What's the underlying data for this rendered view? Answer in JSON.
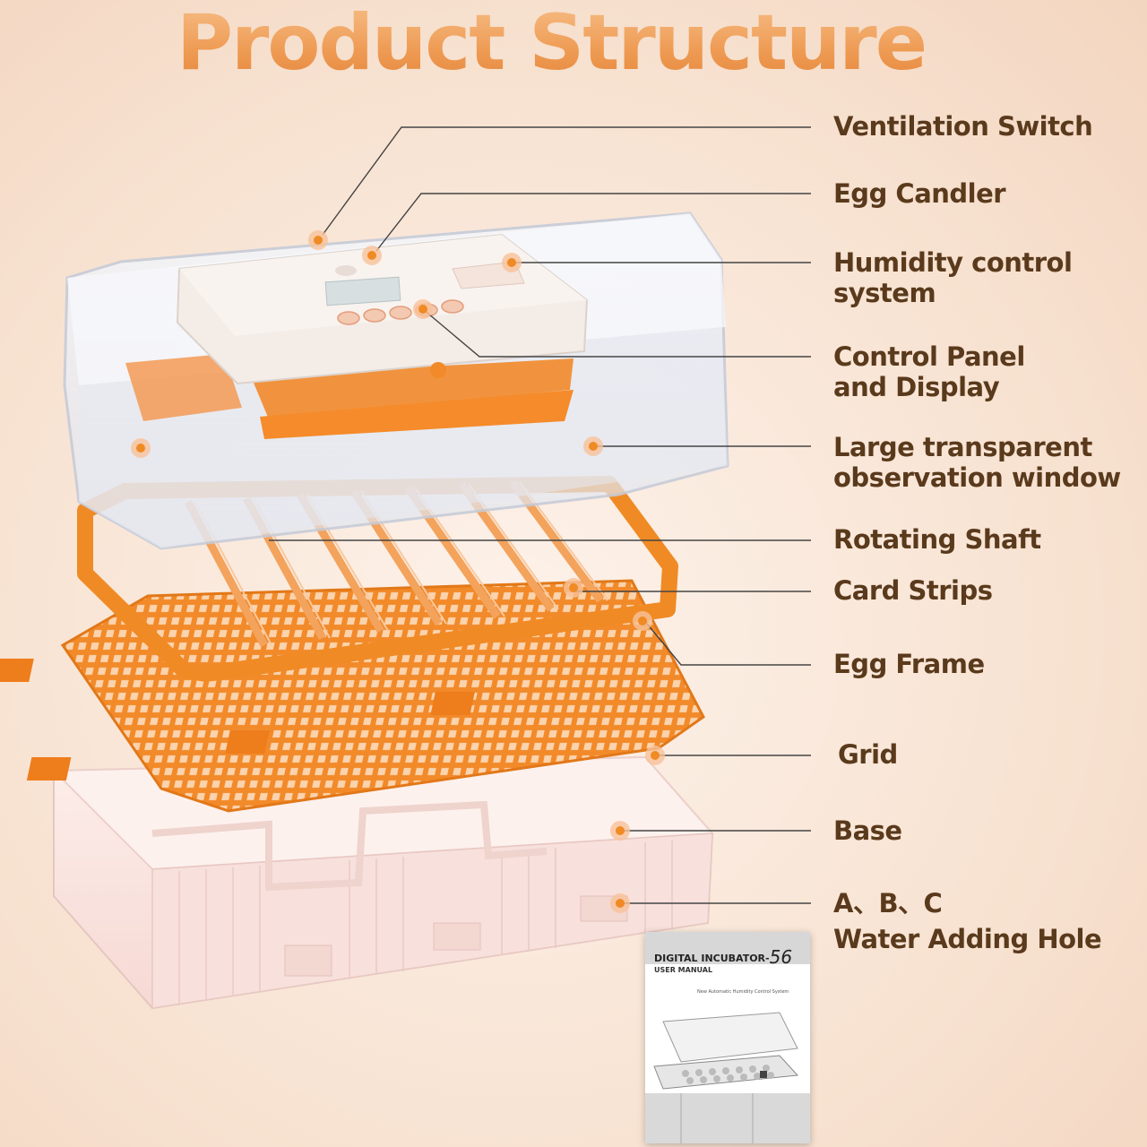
{
  "title": "Product Structure",
  "colors": {
    "title": "#ee9a52",
    "label_text": "#5a3a1c",
    "accent_orange": "#f08a24",
    "lid": "#e9edf6",
    "base": "#fbe6e3",
    "background": "#f8e4d4"
  },
  "labels": [
    {
      "id": "ventilation-switch",
      "lines": [
        "Ventilation Switch"
      ]
    },
    {
      "id": "egg-candler",
      "lines": [
        "Egg Candler"
      ]
    },
    {
      "id": "humidity-control-system",
      "lines": [
        "Humidity control",
        "system"
      ]
    },
    {
      "id": "control-panel-and-display",
      "lines": [
        "Control Panel",
        "and Display"
      ]
    },
    {
      "id": "large-transparent-observation-window",
      "lines": [
        "Large transparent",
        "observation window"
      ]
    },
    {
      "id": "rotating-shaft",
      "lines": [
        "Rotating Shaft"
      ]
    },
    {
      "id": "card-strips",
      "lines": [
        "Card Strips"
      ]
    },
    {
      "id": "egg-frame",
      "lines": [
        "Egg Frame"
      ]
    },
    {
      "id": "grid",
      "lines": [
        "Grid"
      ]
    },
    {
      "id": "base",
      "lines": [
        "Base"
      ]
    },
    {
      "id": "water-adding-hole",
      "lines": [
        "A、B、C",
        "Water Adding Hole"
      ]
    }
  ],
  "manual": {
    "title": "DIGITAL INCUBATOR-",
    "model_number": "56",
    "subtitle": "USER MANUAL",
    "caption": "New Automatic Humidity Control System"
  }
}
